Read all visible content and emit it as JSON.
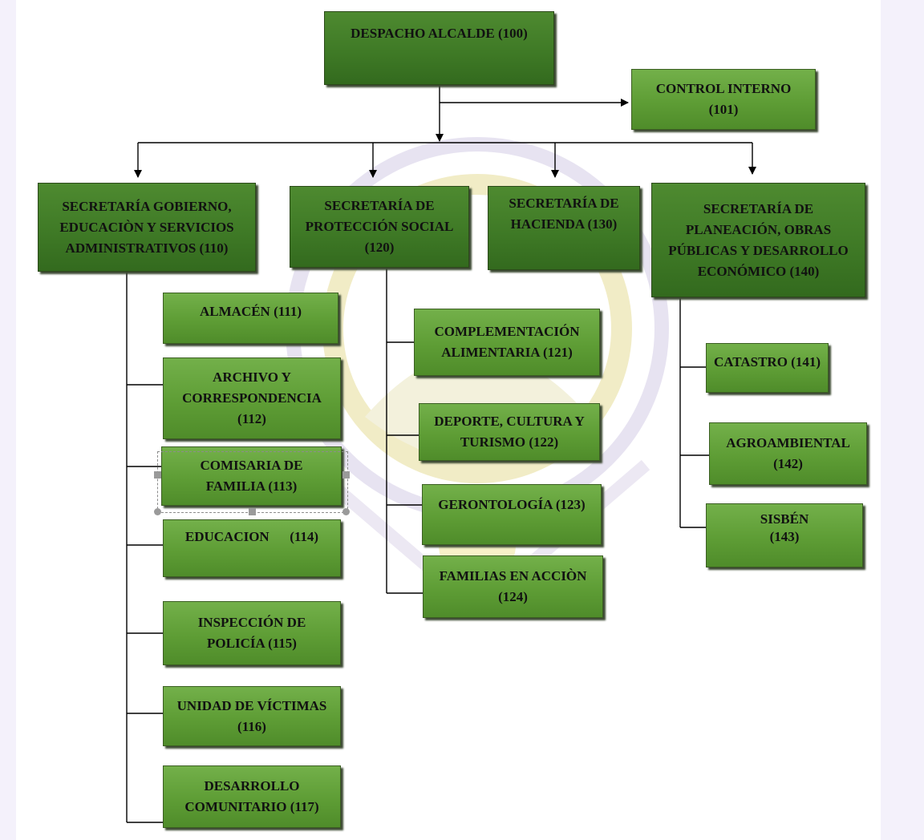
{
  "colors": {
    "box_fill": "#5e9d35",
    "box_top_fill": "#3f7a26",
    "connector": "#000000"
  },
  "nodes": {
    "alcalde": {
      "lines": [
        "DESPACHO ALCALDE (100)"
      ]
    },
    "control": {
      "lines": [
        "CONTROL INTERNO",
        "(101)"
      ]
    },
    "sec110": {
      "lines": [
        "SECRETARÍA GOBIERNO,",
        "EDUCACIÒN Y SERVICIOS",
        "ADMINISTRATIVOS (110)"
      ]
    },
    "sec120": {
      "lines": [
        "SECRETARÍA DE",
        "PROTECCIÓN SOCIAL",
        "(120)"
      ]
    },
    "sec130": {
      "lines": [
        "SECRETARÍA DE",
        "HACIENDA (130)"
      ]
    },
    "sec140": {
      "lines": [
        "SECRETARÍA DE",
        "PLANEACIÓN, OBRAS",
        "PÚBLICAS Y DESARROLLO",
        "ECONÓMICO (140)"
      ]
    },
    "n111": {
      "lines": [
        "ALMACÉN (111)"
      ]
    },
    "n112": {
      "lines": [
        "ARCHIVO Y",
        "CORRESPONDENCIA",
        "(112)"
      ]
    },
    "n113": {
      "lines": [
        "COMISARIA DE",
        "FAMILIA (113)"
      ]
    },
    "n114": {
      "lines": [
        "EDUCACION      (114)"
      ]
    },
    "n115": {
      "lines": [
        "INSPECCIÓN DE",
        "POLICÍA (115)"
      ]
    },
    "n116": {
      "lines": [
        "UNIDAD DE VÍCTIMAS",
        "(116)"
      ]
    },
    "n117": {
      "lines": [
        "DESARROLLO",
        "COMUNITARIO (117)"
      ]
    },
    "n121": {
      "lines": [
        "COMPLEMENTACIÓN",
        "ALIMENTARIA (121)"
      ]
    },
    "n122": {
      "lines": [
        "DEPORTE, CULTURA Y",
        "TURISMO (122)"
      ]
    },
    "n123": {
      "lines": [
        "GERONTOLOGÍA (123)"
      ]
    },
    "n124": {
      "lines": [
        "FAMILIAS EN ACCIÒN",
        "(124)"
      ]
    },
    "n141": {
      "lines": [
        "CATASTRO (141)"
      ]
    },
    "n142": {
      "lines": [
        "AGROAMBIENTAL",
        "(142)"
      ]
    },
    "n143": {
      "lines": [
        "SISBÉN",
        "(143)"
      ]
    }
  }
}
